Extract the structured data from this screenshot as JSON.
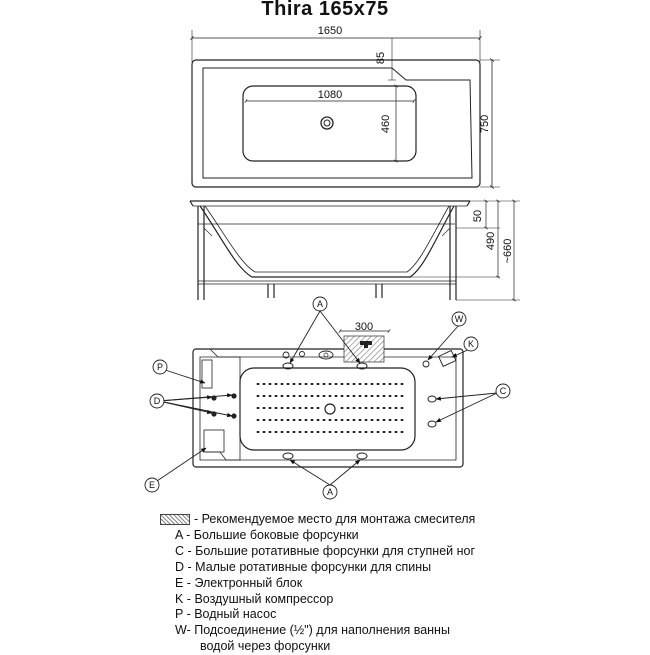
{
  "title": "Thira 165x75",
  "dimensions": {
    "length": "1650",
    "inner_length": "1080",
    "width": "750",
    "inner_width": "460",
    "rim_offset": "85",
    "rim_height": "50",
    "depth": "490",
    "total_height": "~660",
    "mixer_zone": "300"
  },
  "callouts": {
    "A": "A",
    "C": "C",
    "D": "D",
    "E": "E",
    "K": "K",
    "P": "P",
    "W": "W"
  },
  "legend": [
    {
      "key": "mixer",
      "text": "- Рекомендуемое место для монтажа смесителя"
    },
    {
      "key": "A",
      "text": "A - Большие боковые форсунки"
    },
    {
      "key": "C",
      "text": "C - Большие ротативные форсунки для ступней ног"
    },
    {
      "key": "D",
      "text": "D - Малые ротативные форсунки для спины"
    },
    {
      "key": "E",
      "text": "E - Электронный блок"
    },
    {
      "key": "K",
      "text": "K - Воздушный компрессор"
    },
    {
      "key": "P",
      "text": "P - Водный насос"
    },
    {
      "key": "W",
      "text": "W- Подсоединение (½\") для наполнения ванны"
    },
    {
      "key": "W2",
      "text": "водой через форсунки"
    }
  ],
  "colors": {
    "line": "#222222",
    "hatch": "#888888"
  }
}
